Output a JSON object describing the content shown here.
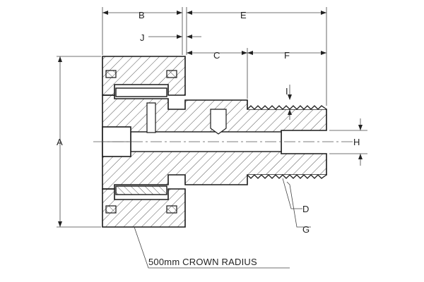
{
  "labels": {
    "A": "A",
    "B": "B",
    "C": "C",
    "D": "D",
    "E": "E",
    "F": "F",
    "G": "G",
    "H": "H",
    "I": "I",
    "J": "J"
  },
  "note": "500mm CROWN RADIUS",
  "colors": {
    "line": "#1a1a1a",
    "hatch": "#444444",
    "background": "#ffffff"
  }
}
